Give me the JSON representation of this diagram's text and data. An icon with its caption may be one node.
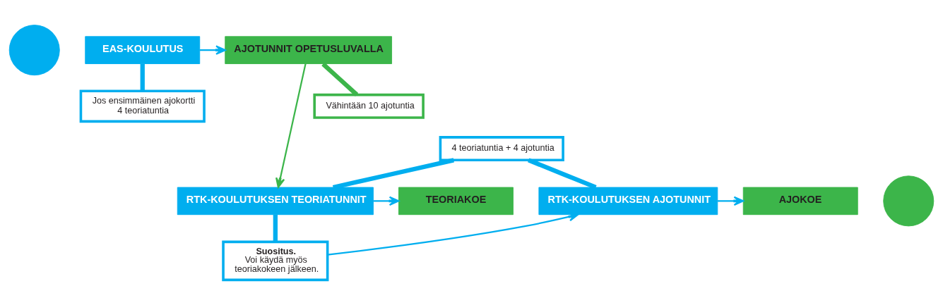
{
  "diagram": {
    "nodes": [
      {
        "text": [],
        "shape": "circle"
      },
      {
        "text": [
          "EAS-KOULUTUS"
        ]
      },
      {
        "text": [
          "Jos ensimmäinen ajokortti 4 teoriatuntia"
        ]
      },
      {
        "text": [
          "AJOTUNNIT OPETUSLUVALLA"
        ]
      },
      {
        "text": [
          "Vähintään 10 ajotuntia"
        ]
      },
      {
        "text": [
          "4 teoriatuntia + 4 ajotuntia"
        ]
      },
      {
        "text": [],
        "shape": "circle"
      },
      {
        "text": [
          "AJOKOE"
        ]
      },
      {
        "text": [
          "RTK-KOULUTUKSEN AJOTUNNIT"
        ]
      },
      {
        "text": [
          "TEORIAKOE"
        ]
      },
      {
        "text": [
          "RTK-KOULUTUKSEN TEORIATUNNIT"
        ]
      },
      {
        "text": [
          "**Suositus.** Voi käydä myös teoriakokeen jälkeen."
        ]
      }
    ],
    "edges": [
      {
        "from": 1,
        "to": 2,
        "arrow": "none",
        "style": "thick"
      },
      {
        "from": 1,
        "to": 3,
        "arrow": "to"
      },
      {
        "from": 3,
        "to": 4,
        "arrow": "none",
        "style": "thick",
        "color": "#3cb54a"
      },
      {
        "from": 3,
        "to": 10,
        "arrow": "to",
        "color": "#3cb54a"
      },
      {
        "from": 5,
        "to": 8,
        "arrow": "none",
        "style": "thick"
      },
      {
        "from": 5,
        "to": 10,
        "arrow": "none",
        "style": "thick"
      },
      {
        "from": 10,
        "to": 9,
        "arrow": "to"
      },
      {
        "from": 8,
        "to": 7,
        "arrow": "to"
      },
      {
        "from": 10,
        "to": 11,
        "arrow": "none",
        "style": "thick"
      },
      {
        "from": 11,
        "to": 8,
        "arrow": "to"
      }
    ]
  }
}
